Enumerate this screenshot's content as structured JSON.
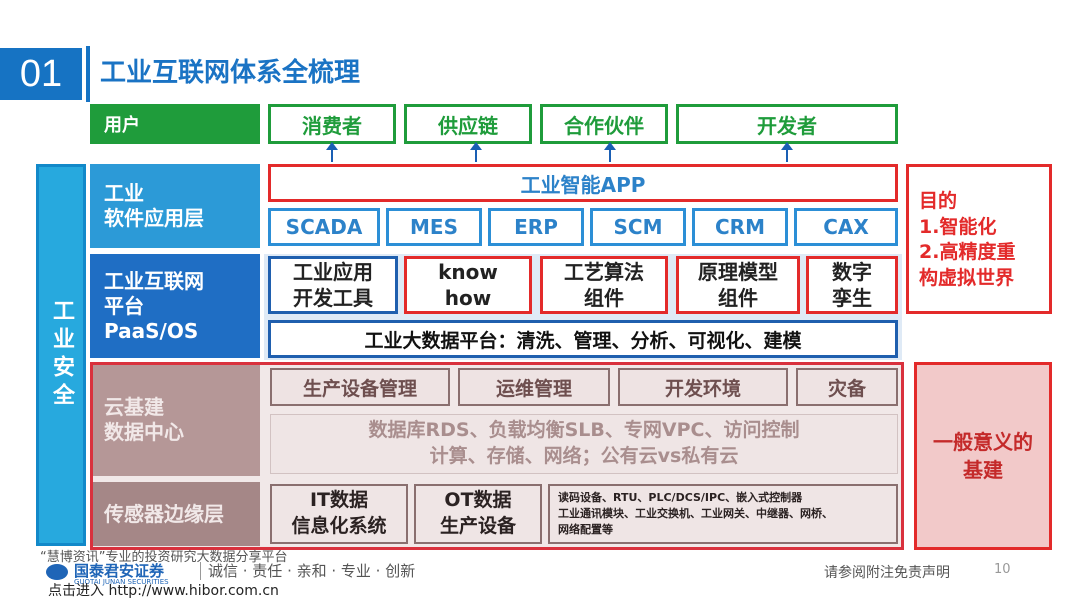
{
  "header": {
    "section_number": "01",
    "title": "工业互联网体系全梳理"
  },
  "user_row": {
    "label": "用户",
    "items": [
      "消费者",
      "供应链",
      "合作伙伴",
      "开发者"
    ]
  },
  "security_label": "工业安全",
  "layers": {
    "app": "工业\n软件应用层",
    "paas": "工业互联网\n平台\nPaaS/OS",
    "cloud": "云基建\n数据中心",
    "edge": "传感器边缘层"
  },
  "app_layer": {
    "top_bar": "工业智能APP",
    "modules": [
      "SCADA",
      "MES",
      "ERP",
      "SCM",
      "CRM",
      "CAX"
    ]
  },
  "paas_layer": {
    "modules": [
      "工业应用\n开发工具",
      "know\nhow",
      "工艺算法\n组件",
      "原理模型\n组件",
      "数字\n孪生"
    ],
    "big_data": "工业大数据平台：清洗、管理、分析、可视化、建模"
  },
  "cloud_layer": {
    "modules": [
      "生产设备管理",
      "运维管理",
      "开发环境",
      "灾备"
    ],
    "detail": "数据库RDS、负载均衡SLB、专网VPC、访问控制\n计算、存储、网络；公有云vs私有云"
  },
  "edge_layer": {
    "it": "IT数据\n信息化系统",
    "ot": "OT数据\n生产设备",
    "detail": "读码设备、RTU、PLC/DCS/IPC、嵌入式控制器\n工业通讯模块、工业交换机、工业网关、中继器、网桥、\n网络配置等"
  },
  "goal_text": "目的\n1.智能化\n2.高精度重\n构虚拟世界",
  "infra_text": "一般意义的\n基建",
  "footer": {
    "watermark": "“慧博资讯”专业的投资研究大数据分享平台",
    "logo": "国泰君安证券",
    "logo_sub": "GUOTAI JUNAN SECURITIES",
    "slogan": "诚信 · 责任 · 亲和 · 专业 · 创新",
    "entry": "点击进入 http://www.hibor.com.cn",
    "disclaimer": "请参阅附注免责声明",
    "page": "10"
  },
  "colors": {
    "primary_blue": "#1673c3",
    "user_green": "#1f9c3b",
    "alert_red": "#e32a2a"
  }
}
